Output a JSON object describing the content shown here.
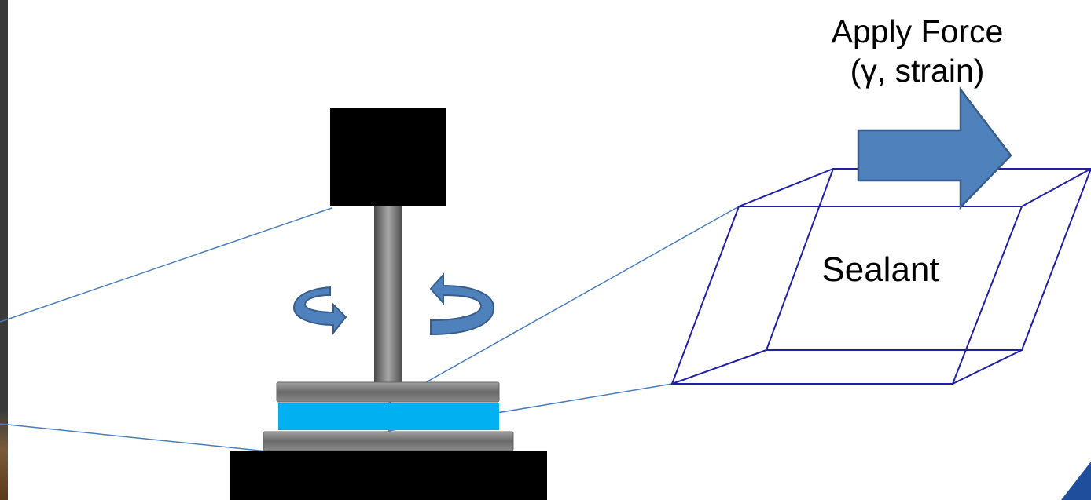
{
  "force_label": {
    "line1": "Apply Force",
    "line2": "(γ, strain)"
  },
  "specimen_label": "Sealant",
  "colors": {
    "arrow_fill": "#4f81bd",
    "arrow_stroke": "#385d8a",
    "sealant_layer": "#00b0f0",
    "parallelogram": "#1f1fa8",
    "leader_line": "#4a7ebb",
    "plate_gray": "#777777",
    "block": "#000000",
    "left_edge": "#3a3a3a",
    "corner_accent": "#1f4e9d"
  },
  "icons": {
    "rotation_left": "curved-arrow-clockwise-icon",
    "rotation_right": "curved-arrow-counterclockwise-icon",
    "force_arrow": "right-arrow-icon"
  }
}
